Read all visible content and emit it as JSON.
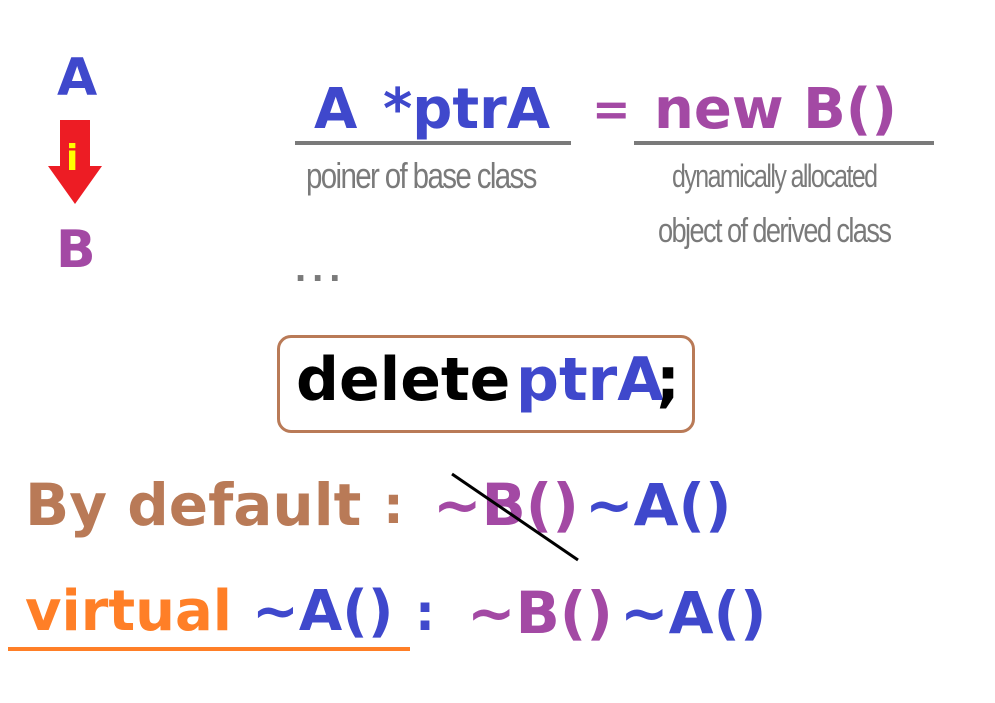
{
  "hierarchy": {
    "base": "A",
    "derived": "B",
    "arrow_mark": "i"
  },
  "declaration": {
    "type": "A",
    "pointer": "*ptrA",
    "equals": "=",
    "new_expr": "new B()",
    "note_left": "poiner of base class",
    "note_right_line1": "dynamically allocated",
    "note_right_line2": "object of derived class",
    "ellipsis": "..."
  },
  "delete_stmt": {
    "keyword": "delete",
    "operand": "ptrA",
    "semicolon": ";"
  },
  "default_line": {
    "label": "By default",
    "colon": ":",
    "dtor_b": "~B()",
    "dtor_a": "~A()"
  },
  "virtual_line": {
    "keyword": "virtual",
    "dtor_a_decl": "~A()",
    "colon": ":",
    "dtor_b": "~B()",
    "dtor_a": "~A()"
  },
  "colors": {
    "blue": "#3f48cc",
    "purple": "#a349a4",
    "brown": "#b97a57",
    "orange": "#ff7f27",
    "gray": "#7a7a7a",
    "arrow_red": "#ed1c24",
    "arrow_mark_yellow": "#ffff00"
  }
}
